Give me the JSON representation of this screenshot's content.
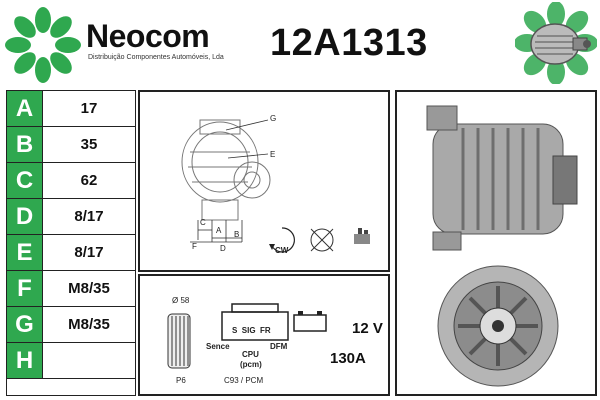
{
  "brand": {
    "name": "Neocom",
    "tagline": "Distribuição Componentes Automóveis, Lda"
  },
  "part_number": "12A1313",
  "specs": [
    {
      "letter": "A",
      "value": "17"
    },
    {
      "letter": "B",
      "value": "35"
    },
    {
      "letter": "C",
      "value": "62"
    },
    {
      "letter": "D",
      "value": "8/17"
    },
    {
      "letter": "E",
      "value": "8/17"
    },
    {
      "letter": "F",
      "value": "M8/35"
    },
    {
      "letter": "G",
      "value": "M8/35"
    },
    {
      "letter": "H",
      "value": ""
    }
  ],
  "diagram_labels": {
    "g": "G",
    "e": "E",
    "c": "C",
    "a": "A",
    "b": "B",
    "f": "F",
    "d": "D",
    "cw": "CW"
  },
  "connector": {
    "pulley_diameter": "Ø 58",
    "pulley_type": "P6",
    "pins": "S  SIG  FR",
    "sence": "Sence",
    "cpu": "CPU",
    "pcm": "(pcm)",
    "dfm": "DFM",
    "plug_code": "C93 / PCM",
    "voltage": "12 V",
    "amperage": "130A"
  },
  "colors": {
    "brand_green": "#2fa84f",
    "border": "#222222"
  }
}
